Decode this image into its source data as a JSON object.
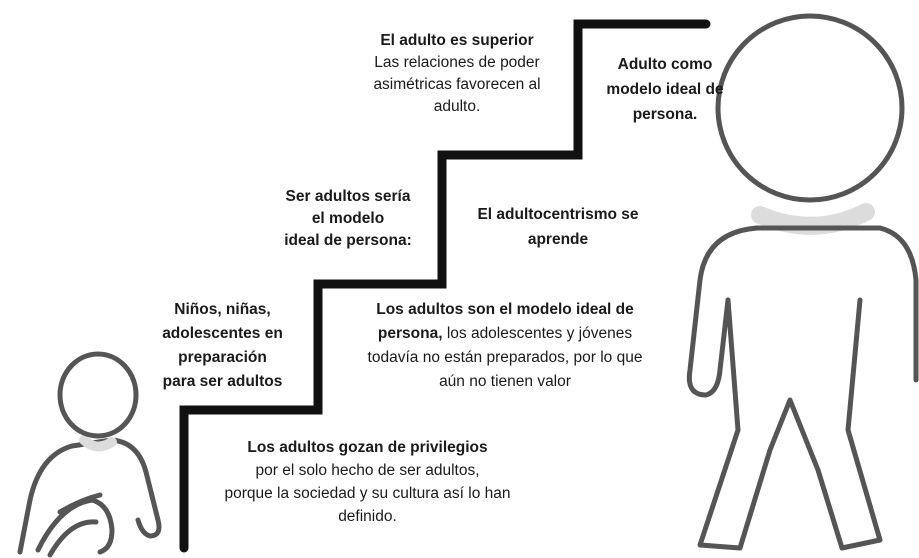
{
  "colors": {
    "stair": "#111111",
    "figure_outline": "#555555",
    "figure_fill": "#ffffff",
    "collar": "#dcdcdc",
    "text": "#1a1a1a"
  },
  "icons": [
    "sitting-child-figure",
    "walking-adult-figure",
    "staircase"
  ],
  "step_top": {
    "title": "El adulto es superior",
    "lines": [
      "Las relaciones de poder",
      "asimétricas favorecen al",
      "adulto."
    ]
  },
  "adult_label": {
    "lines": [
      "Adulto como",
      "modelo ideal de",
      "persona."
    ]
  },
  "step_third": {
    "lines": [
      "Ser adultos sería",
      "el modelo",
      "ideal de persona:"
    ]
  },
  "adultocentrismo": {
    "lines": [
      "El adultocentrismo se",
      "aprende"
    ]
  },
  "step_second": {
    "lines": [
      "Niños, niñas,",
      "adolescentes en",
      "preparación",
      "para ser adultos"
    ]
  },
  "adults_model": {
    "bold_lead": "Los adultos son el modelo ideal de",
    "bold_word": "persona,",
    "rest_first": " los adolescentes y jóvenes",
    "lines": [
      "todavía no están preparados, por lo que",
      "aún no tienen valor"
    ]
  },
  "step_bottom": {
    "title": "Los adultos gozan de privilegios",
    "lines": [
      "por el solo hecho de ser adultos,",
      "porque la sociedad y su cultura así lo han",
      "definido."
    ]
  }
}
